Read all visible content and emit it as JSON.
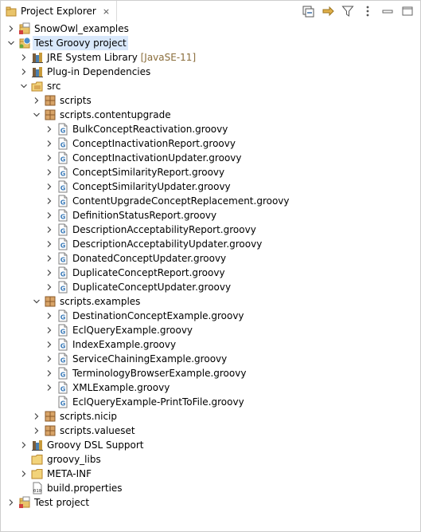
{
  "view": {
    "title": "Project Explorer",
    "close_glyph": "⨯"
  },
  "toolbar": [
    {
      "name": "collapse-all-icon"
    },
    {
      "name": "link-with-editor-icon"
    },
    {
      "name": "filter-icon"
    },
    {
      "name": "view-menu-icon"
    },
    {
      "name": "minimize-icon"
    },
    {
      "name": "maximize-icon"
    }
  ],
  "tree": [
    {
      "id": "snowowl",
      "label": "SnowOwl_examples",
      "depth": 0,
      "expander": "collapsed",
      "icon": "project-closed"
    },
    {
      "id": "test-groovy",
      "label": "Test Groovy project",
      "depth": 0,
      "expander": "expanded",
      "icon": "project-groovy",
      "selected": true
    },
    {
      "id": "jre",
      "label": "JRE System Library",
      "decoration": "[JavaSE-11]",
      "depth": 1,
      "expander": "collapsed",
      "icon": "library"
    },
    {
      "id": "plugin-deps",
      "label": "Plug-in Dependencies",
      "depth": 1,
      "expander": "collapsed",
      "icon": "library"
    },
    {
      "id": "src",
      "label": "src",
      "depth": 1,
      "expander": "expanded",
      "icon": "source-folder"
    },
    {
      "id": "pkg-scripts",
      "label": "scripts",
      "depth": 2,
      "expander": "collapsed",
      "icon": "package"
    },
    {
      "id": "pkg-contentupgrade",
      "label": "scripts.contentupgrade",
      "depth": 2,
      "expander": "expanded",
      "icon": "package"
    },
    {
      "id": "f1",
      "label": "BulkConceptReactivation.groovy",
      "depth": 3,
      "expander": "collapsed",
      "icon": "groovy-file"
    },
    {
      "id": "f2",
      "label": "ConceptInactivationReport.groovy",
      "depth": 3,
      "expander": "collapsed",
      "icon": "groovy-file"
    },
    {
      "id": "f3",
      "label": "ConceptInactivationUpdater.groovy",
      "depth": 3,
      "expander": "collapsed",
      "icon": "groovy-file"
    },
    {
      "id": "f4",
      "label": "ConceptSimilarityReport.groovy",
      "depth": 3,
      "expander": "collapsed",
      "icon": "groovy-file"
    },
    {
      "id": "f5",
      "label": "ConceptSimilarityUpdater.groovy",
      "depth": 3,
      "expander": "collapsed",
      "icon": "groovy-file"
    },
    {
      "id": "f6",
      "label": "ContentUpgradeConceptReplacement.groovy",
      "depth": 3,
      "expander": "collapsed",
      "icon": "groovy-file"
    },
    {
      "id": "f7",
      "label": "DefinitionStatusReport.groovy",
      "depth": 3,
      "expander": "collapsed",
      "icon": "groovy-file"
    },
    {
      "id": "f8",
      "label": "DescriptionAcceptabilityReport.groovy",
      "depth": 3,
      "expander": "collapsed",
      "icon": "groovy-file"
    },
    {
      "id": "f9",
      "label": "DescriptionAcceptabilityUpdater.groovy",
      "depth": 3,
      "expander": "collapsed",
      "icon": "groovy-file"
    },
    {
      "id": "f10",
      "label": "DonatedConceptUpdater.groovy",
      "depth": 3,
      "expander": "collapsed",
      "icon": "groovy-file"
    },
    {
      "id": "f11",
      "label": "DuplicateConceptReport.groovy",
      "depth": 3,
      "expander": "collapsed",
      "icon": "groovy-file"
    },
    {
      "id": "f12",
      "label": "DuplicateConceptUpdater.groovy",
      "depth": 3,
      "expander": "collapsed",
      "icon": "groovy-file"
    },
    {
      "id": "pkg-examples",
      "label": "scripts.examples",
      "depth": 2,
      "expander": "expanded",
      "icon": "package"
    },
    {
      "id": "e1",
      "label": "DestinationConceptExample.groovy",
      "depth": 3,
      "expander": "collapsed",
      "icon": "groovy-file"
    },
    {
      "id": "e2",
      "label": "EclQueryExample.groovy",
      "depth": 3,
      "expander": "collapsed",
      "icon": "groovy-file"
    },
    {
      "id": "e3",
      "label": "IndexExample.groovy",
      "depth": 3,
      "expander": "collapsed",
      "icon": "groovy-file"
    },
    {
      "id": "e4",
      "label": "ServiceChainingExample.groovy",
      "depth": 3,
      "expander": "collapsed",
      "icon": "groovy-file"
    },
    {
      "id": "e5",
      "label": "TerminologyBrowserExample.groovy",
      "depth": 3,
      "expander": "collapsed",
      "icon": "groovy-file"
    },
    {
      "id": "e6",
      "label": "XMLExample.groovy",
      "depth": 3,
      "expander": "collapsed",
      "icon": "groovy-file"
    },
    {
      "id": "e7",
      "label": "EclQueryExample-PrintToFile.groovy",
      "depth": 3,
      "expander": "none",
      "icon": "groovy-file"
    },
    {
      "id": "pkg-nicip",
      "label": "scripts.nicip",
      "depth": 2,
      "expander": "collapsed",
      "icon": "package"
    },
    {
      "id": "pkg-valueset",
      "label": "scripts.valueset",
      "depth": 2,
      "expander": "collapsed",
      "icon": "package"
    },
    {
      "id": "groovy-dsl",
      "label": "Groovy DSL Support",
      "depth": 1,
      "expander": "collapsed",
      "icon": "library"
    },
    {
      "id": "groovy-libs",
      "label": "groovy_libs",
      "depth": 1,
      "expander": "none",
      "icon": "folder"
    },
    {
      "id": "meta-inf",
      "label": "META-INF",
      "depth": 1,
      "expander": "collapsed",
      "icon": "folder"
    },
    {
      "id": "build-props",
      "label": "build.properties",
      "depth": 1,
      "expander": "none",
      "icon": "properties-file"
    },
    {
      "id": "test-project",
      "label": "Test project",
      "depth": 0,
      "expander": "collapsed",
      "icon": "project-closed"
    }
  ]
}
